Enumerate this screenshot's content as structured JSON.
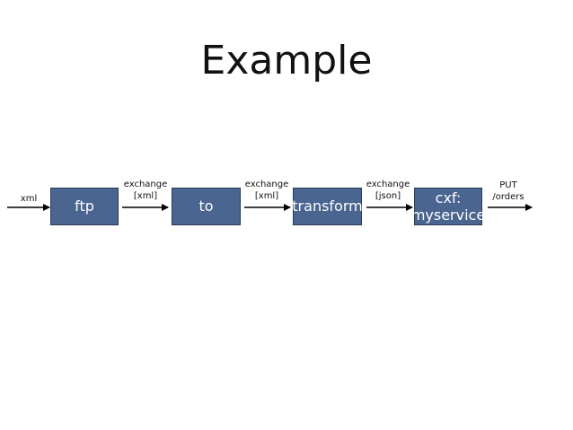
{
  "title": "Example",
  "nodes": [
    {
      "label": "ftp"
    },
    {
      "label": "to"
    },
    {
      "label": "transform"
    },
    {
      "label": "cxf:\nmyservice"
    }
  ],
  "edges": [
    {
      "label": "xml"
    },
    {
      "label": "exchange\n[xml]"
    },
    {
      "label": "exchange\n[xml]"
    },
    {
      "label": "exchange\n[json]"
    },
    {
      "label": "PUT\n/orders"
    }
  ],
  "colors": {
    "node_fill": "#4a6590",
    "node_border": "#2b3c56",
    "arrow": "#000000"
  }
}
